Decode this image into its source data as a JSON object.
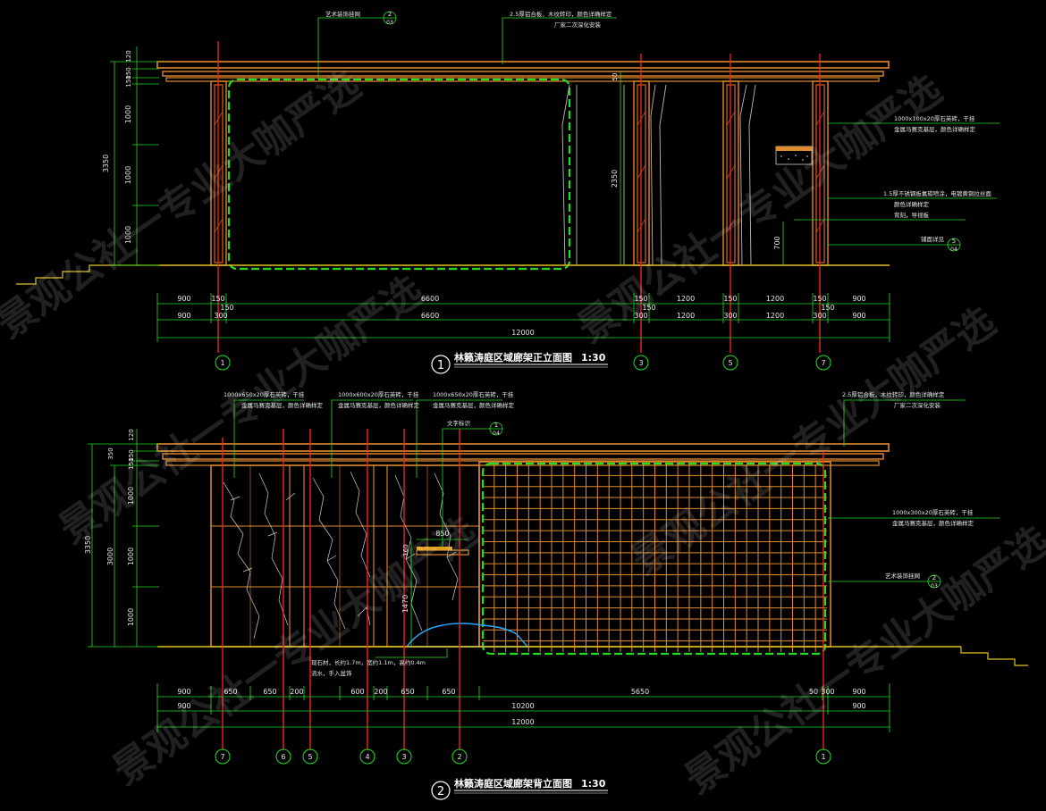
{
  "elevation1": {
    "title": "林籁涛庭区域廊架正立面图",
    "scale": "1:30",
    "index_no": "1",
    "callouts": {
      "top_left": "艺术装饰挂网",
      "top_left_ref": "2",
      "top_left_sheet": "03",
      "top_center_1": "2.5厚铝合板，木纹转印，颜色详确样定",
      "top_center_2": "厂家二次深化安装",
      "right_1a": "1000x100x20厚石英砖，干挂",
      "right_1b": "金属马赛克基层，颜色详确样定",
      "right_2a": "1.5厚不锈钢板氟碳喷涂，电镀黄铜拉丝面",
      "right_2b": "颜色详确样定",
      "right_2c": "背刻，导视板",
      "right_3": "铺面详见",
      "right_3_ref": "5",
      "right_3_sheet": "04"
    },
    "vdims": [
      "120",
      "150",
      "150",
      "1000",
      "1000",
      "1000",
      "3350"
    ],
    "inner_dims": [
      "50",
      "2350",
      "700"
    ],
    "hdims_row1": [
      "900",
      "150",
      "6600",
      "150",
      "1200",
      "150",
      "1200",
      "150",
      "900"
    ],
    "hdims_row2": [
      "900",
      "300",
      "6600",
      "300",
      "1200",
      "300",
      "1200",
      "300",
      "900"
    ],
    "hdims_row1_extra": [
      "150",
      "150",
      "150"
    ],
    "total": "12000",
    "axes": [
      "1",
      "3",
      "5",
      "7"
    ]
  },
  "elevation2": {
    "title": "林籁涛庭区域廊架背立面图",
    "scale": "1:30",
    "index_no": "2",
    "callouts": {
      "top_1a": "1000x650x20厚石英砖，干挂",
      "top_1b": "金属马赛克基层，颜色详确样定",
      "top_2a": "1000x600x20厚石英砖，干挂",
      "top_2b": "金属马赛克基层，颜色详确样定",
      "top_3a": "1000x650x20厚石英砖，干挂",
      "top_3b": "金属马赛克基层，颜色详确样定",
      "top_4": "文字标识",
      "top_4_ref": "1",
      "top_4_sheet": "04",
      "top_right_1": "2.5厚铝合板，木纹转印，颜色详确样定",
      "top_right_2": "厂家二次深化安装",
      "right_1a": "1000x300x20厚石英砖，干挂",
      "right_1b": "金属马赛克基层，颜色详确样定",
      "right_2": "艺术装饰挂网",
      "right_2_ref": "2",
      "right_2_sheet": "03",
      "bottom_1": "现石材，长约1.7m，宽约1.1m，高约0.4m",
      "bottom_2": "流水，手入盆饰"
    },
    "vdims": [
      "120",
      "150",
      "350",
      "150",
      "1000",
      "1000",
      "1000",
      "3000",
      "3350"
    ],
    "inner_dims": [
      "850",
      "160",
      "1470"
    ],
    "hdims_row1": [
      "900",
      "650",
      "650",
      "200",
      "600",
      "200",
      "650",
      "650",
      "5650",
      "50",
      "300",
      "900"
    ],
    "hdims_row2": [
      "900",
      "10200",
      "900"
    ],
    "total": "12000",
    "axes": [
      "7",
      "6",
      "5",
      "4",
      "3",
      "2",
      "1"
    ]
  },
  "watermark": "景观公社一专业大咖严选",
  "colors": {
    "background": "#000000",
    "beam": "#e08a2e",
    "wood": "#c0571c",
    "green": "#22dd22",
    "axis_red": "#ff2222",
    "ground": "#e0c020",
    "dim": "#e8e8e8"
  }
}
